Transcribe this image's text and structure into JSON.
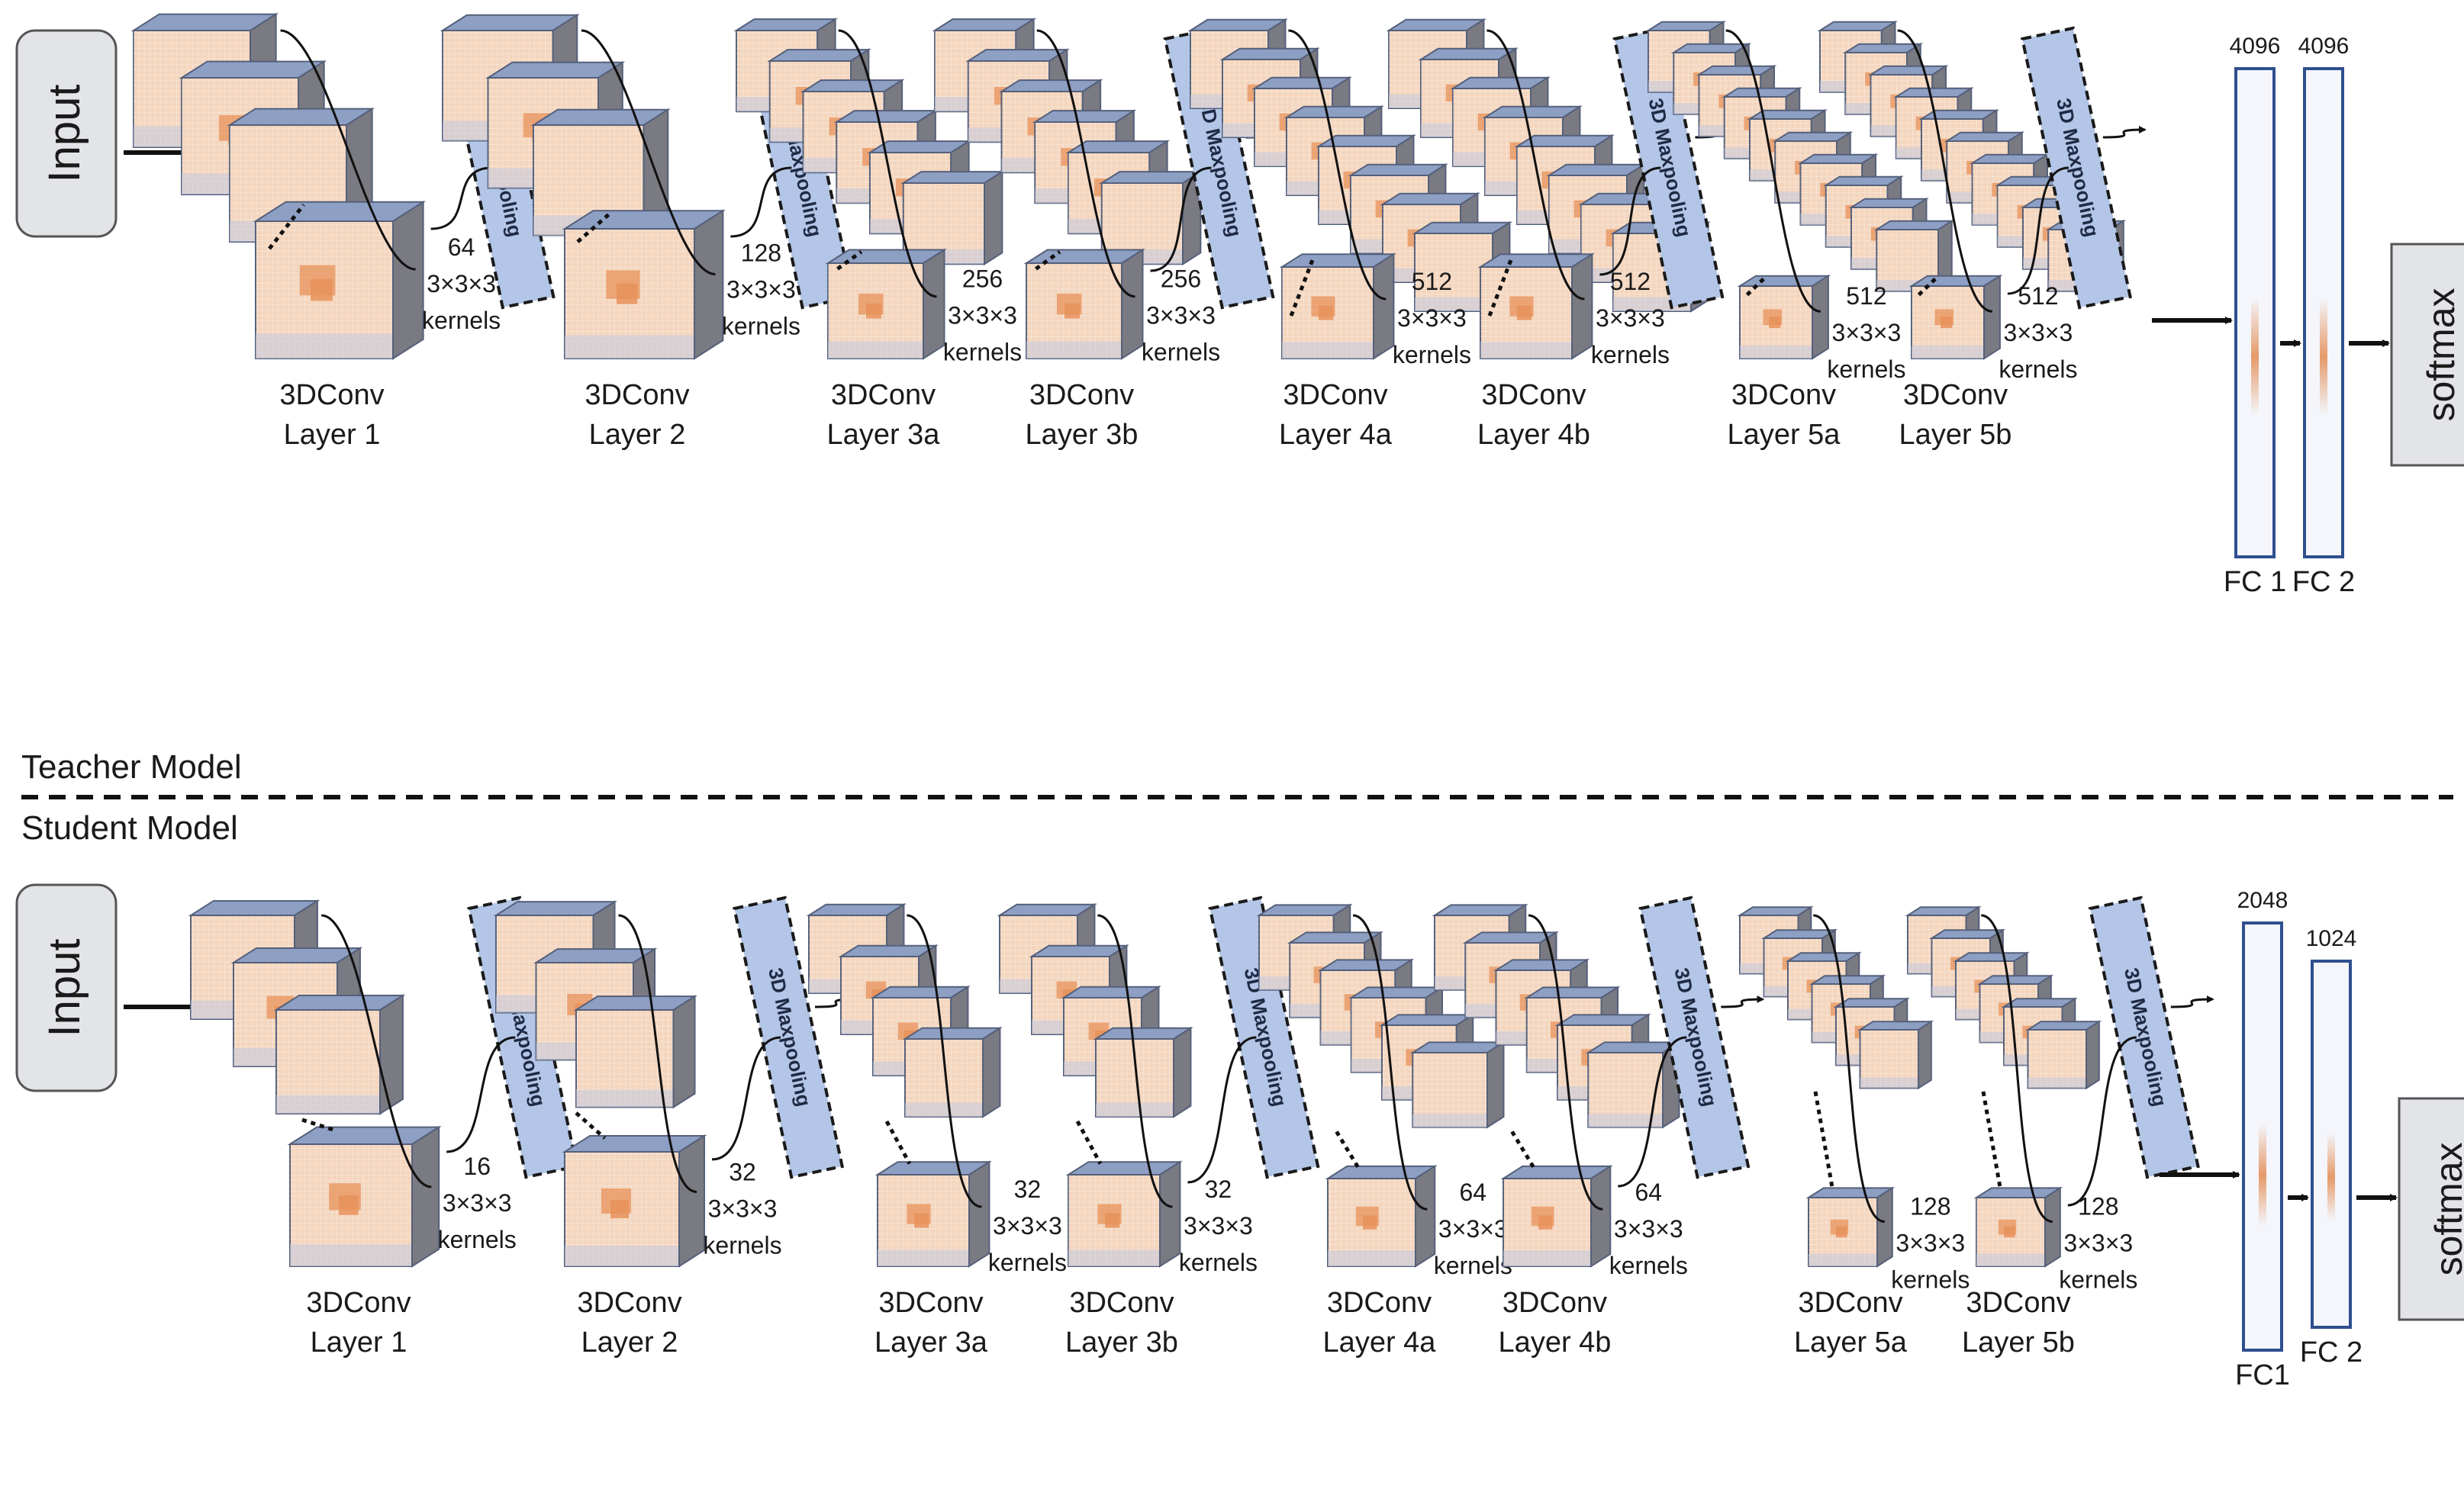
{
  "diagram": {
    "colors": {
      "cube_face": "#f4d6bf",
      "cube_grid": "#ffffff",
      "cube_top": "#8e9fc4",
      "cube_side": "#7a7a82",
      "cube_bottom": "#c3cbe0",
      "cube_edge": "#55607a",
      "cube_spot": "#e8925a",
      "pool_fill": "#b4c6e7",
      "pool_stroke": "#1a1a1a",
      "box_fill": "#e3e4e8",
      "box_stroke": "#555555",
      "fc_stroke": "#2f4f8f",
      "fc_glow": "#e07b39",
      "wire": "#111111",
      "divider": "#111111"
    },
    "teacher": {
      "section_label": "Teacher Model",
      "input_label": "Input",
      "output_label": "softmax",
      "pool_label": "3D Maxpooling",
      "layers": [
        {
          "name_line1": "3DConv",
          "name_line2": "Layer 1",
          "kernel_count": "64",
          "kernel_size": "3×3×3",
          "kernel_word": "kernels"
        },
        {
          "name_line1": "3DConv",
          "name_line2": "Layer 2",
          "kernel_count": "128",
          "kernel_size": "3×3×3",
          "kernel_word": "kernels"
        },
        {
          "name_line1": "3DConv",
          "name_line2": "Layer 3a",
          "kernel_count": "256",
          "kernel_size": "3×3×3",
          "kernel_word": "kernels"
        },
        {
          "name_line1": "3DConv",
          "name_line2": "Layer 3b",
          "kernel_count": "256",
          "kernel_size": "3×3×3",
          "kernel_word": "kernels"
        },
        {
          "name_line1": "3DConv",
          "name_line2": "Layer 4a",
          "kernel_count": "512",
          "kernel_size": "3×3×3",
          "kernel_word": "kernels"
        },
        {
          "name_line1": "3DConv",
          "name_line2": "Layer 4b",
          "kernel_count": "512",
          "kernel_size": "3×3×3",
          "kernel_word": "kernels"
        },
        {
          "name_line1": "3DConv",
          "name_line2": "Layer 5a",
          "kernel_count": "512",
          "kernel_size": "3×3×3",
          "kernel_word": "kernels"
        },
        {
          "name_line1": "3DConv",
          "name_line2": "Layer 5b",
          "kernel_count": "512",
          "kernel_size": "3×3×3",
          "kernel_word": "kernels"
        }
      ],
      "fc": [
        {
          "label": "FC 1",
          "units": "4096"
        },
        {
          "label": "FC 2",
          "units": "4096"
        }
      ]
    },
    "student": {
      "section_label": "Student Model",
      "input_label": "Input",
      "output_label": "softmax",
      "pool_label": "3D Maxpooling",
      "layers": [
        {
          "name_line1": "3DConv",
          "name_line2": "Layer 1",
          "kernel_count": "16",
          "kernel_size": "3×3×3",
          "kernel_word": "kernels"
        },
        {
          "name_line1": "3DConv",
          "name_line2": "Layer 2",
          "kernel_count": "32",
          "kernel_size": "3×3×3",
          "kernel_word": "kernels"
        },
        {
          "name_line1": "3DConv",
          "name_line2": "Layer 3a",
          "kernel_count": "32",
          "kernel_size": "3×3×3",
          "kernel_word": "kernels"
        },
        {
          "name_line1": "3DConv",
          "name_line2": "Layer 3b",
          "kernel_count": "32",
          "kernel_size": "3×3×3",
          "kernel_word": "kernels"
        },
        {
          "name_line1": "3DConv",
          "name_line2": "Layer 4a",
          "kernel_count": "64",
          "kernel_size": "3×3×3",
          "kernel_word": "kernels"
        },
        {
          "name_line1": "3DConv",
          "name_line2": "Layer 4b",
          "kernel_count": "64",
          "kernel_size": "3×3×3",
          "kernel_word": "kernels"
        },
        {
          "name_line1": "3DConv",
          "name_line2": "Layer 5a",
          "kernel_count": "128",
          "kernel_size": "3×3×3",
          "kernel_word": "kernels"
        },
        {
          "name_line1": "3DConv",
          "name_line2": "Layer 5b",
          "kernel_count": "128",
          "kernel_size": "3×3×3",
          "kernel_word": "kernels"
        }
      ],
      "fc": [
        {
          "label": "FC1",
          "units": "2048"
        },
        {
          "label": "FC 2",
          "units": "1024"
        }
      ]
    }
  }
}
